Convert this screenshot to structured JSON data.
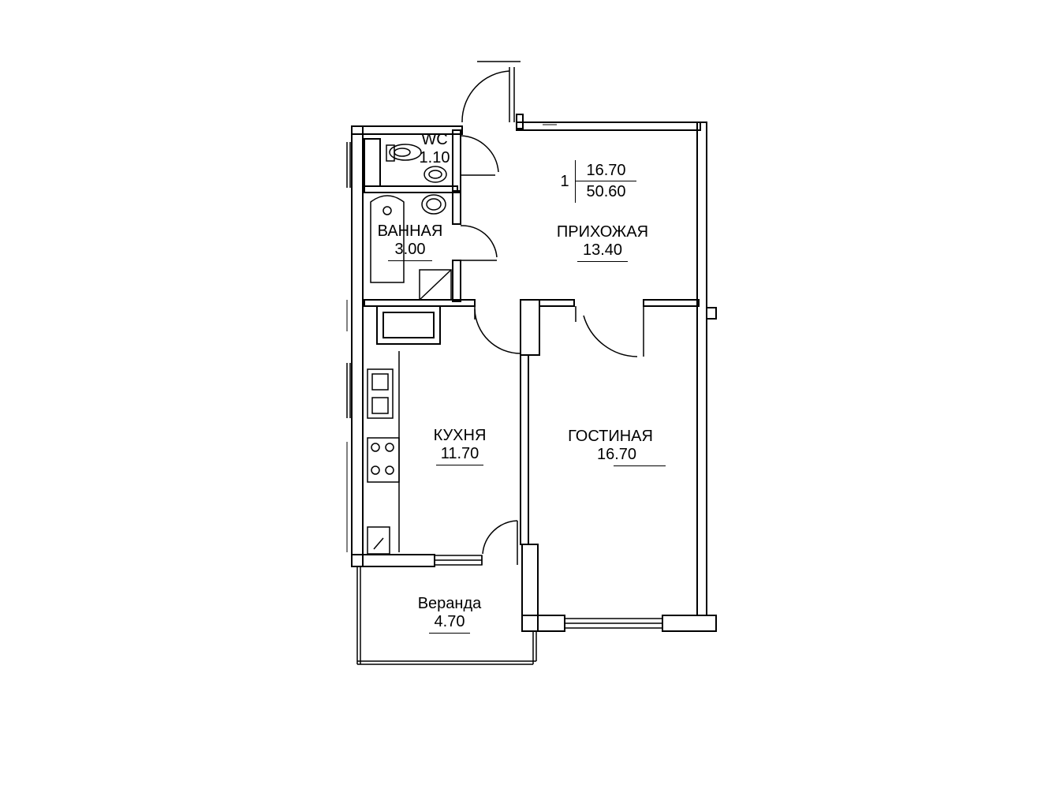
{
  "plan": {
    "summary": {
      "rooms": "1",
      "living_area": "16.70",
      "total_area": "50.60"
    },
    "rooms": {
      "wc": {
        "name": "WC",
        "area": "1.10"
      },
      "bathroom": {
        "name": "ВАННАЯ",
        "area": "3.00"
      },
      "hallway": {
        "name": "ПРИХОЖАЯ",
        "area": "13.40"
      },
      "kitchen": {
        "name": "КУХНЯ",
        "area": "11.70"
      },
      "living_room": {
        "name": "ГОСТИНАЯ",
        "area": "16.70"
      },
      "veranda": {
        "name": "Веранда",
        "area": "4.70"
      }
    }
  }
}
